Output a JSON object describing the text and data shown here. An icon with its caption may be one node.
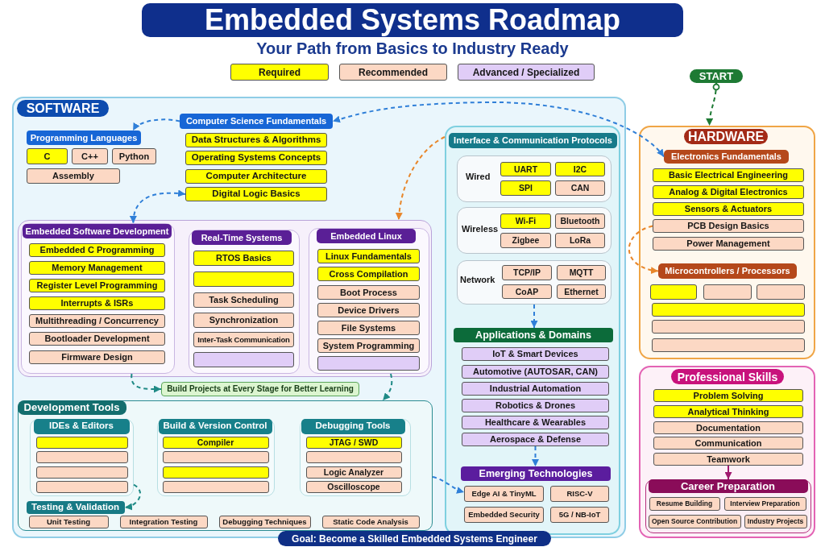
{
  "diagram": {
    "title": "Embedded Systems Roadmap",
    "nodes": [
      {
        "text": [
          "START"
        ]
      },
      {
        "text": [
          "SOFTWARE"
        ]
      },
      {
        "text": [
          "Programming Languages"
        ],
        "in": 1
      },
      {
        "text": [
          "C"
        ],
        "in": 1
      },
      {
        "text": [
          "C++"
        ],
        "in": 1
      },
      {
        "text": [
          "Python"
        ],
        "in": 1
      },
      {
        "text": [
          "Assembly"
        ],
        "in": 1
      },
      {
        "text": [
          "Computer Science Fundamentals"
        ],
        "in": 1
      },
      {
        "text": [
          "Data Structures & Algorithms"
        ],
        "in": 1
      },
      {
        "text": [
          "Operating Systems Concepts"
        ],
        "in": 1
      },
      {
        "text": [
          "Computer Architecture"
        ],
        "in": 1
      },
      {
        "text": [
          "Digital Logic Basics"
        ],
        "in": 1
      },
      {
        "text": [],
        "shape": "box",
        "in": 1
      },
      {
        "text": [
          "Embedded Software Development"
        ],
        "in": 12
      },
      {
        "text": [
          "Embedded C Programming"
        ],
        "in": 13
      },
      {
        "text": [
          "Memory Management"
        ],
        "in": 13
      },
      {
        "text": [
          "Register Level Programming"
        ],
        "in": 13
      },
      {
        "text": [
          "Interrupts & ISRs"
        ],
        "in": 13
      },
      {
        "text": [
          "Multithreading / Concurrency"
        ],
        "in": 13
      },
      {
        "text": [
          "Bootloader Development"
        ],
        "in": 13
      },
      {
        "text": [
          "Firmware Design"
        ],
        "in": 13
      },
      {
        "text": [
          "Real-Time Systems"
        ],
        "in": 12
      },
      {
        "text": [
          "RTOS Basics"
        ],
        "in": 21
      },
      {
        "text": [],
        "shape": "box",
        "in": 21
      },
      {
        "text": [
          "Task Scheduling"
        ],
        "in": 21
      },
      {
        "text": [
          "Synchronization"
        ],
        "in": 21
      },
      {
        "text": [
          "Inter-Task Communication"
        ],
        "in": 21
      },
      {
        "text": [],
        "shape": "box",
        "in": 21
      },
      {
        "text": [
          "Embedded Linux"
        ],
        "in": 12
      },
      {
        "text": [
          "Linux Fundamentals"
        ],
        "in": 28
      },
      {
        "text": [
          "Cross Compilation"
        ],
        "in": 28
      },
      {
        "text": [
          "Boot Process"
        ],
        "in": 28
      },
      {
        "text": [
          "Device Drivers"
        ],
        "in": 28
      },
      {
        "text": [
          "File Systems"
        ],
        "in": 28
      },
      {
        "text": [
          "System Programming"
        ],
        "in": 28
      },
      {
        "text": [],
        "shape": "box",
        "in": 28
      },
      {
        "text": [
          "Build Projects at Every Stage for Better Learning"
        ],
        "in": 1
      },
      {
        "text": [
          "Development Tools"
        ],
        "in": 1
      },
      {
        "text": [
          "IDEs & Editors"
        ],
        "in": 37
      },
      {
        "text": [],
        "shape": "box",
        "in": 38
      },
      {
        "text": [],
        "shape": "box",
        "in": 38
      },
      {
        "text": [],
        "shape": "box",
        "in": 38
      },
      {
        "text": [],
        "shape": "box",
        "in": 38
      },
      {
        "text": [
          "Build & Version Control"
        ],
        "in": 37
      },
      {
        "text": [
          "Compiler"
        ],
        "in": 43
      },
      {
        "text": [],
        "shape": "box",
        "in": 43
      },
      {
        "text": [],
        "shape": "box",
        "in": 43
      },
      {
        "text": [],
        "shape": "box",
        "in": 43
      },
      {
        "text": [
          "Debugging Tools"
        ],
        "in": 37
      },
      {
        "text": [
          "JTAG / SWD"
        ],
        "in": 48
      },
      {
        "text": [],
        "shape": "box",
        "in": 48
      },
      {
        "text": [
          "Logic Analyzer"
        ],
        "in": 48
      },
      {
        "text": [
          "Oscilloscope"
        ],
        "in": 48
      },
      {
        "text": [
          "Testing & Validation"
        ],
        "in": 37
      },
      {
        "text": [
          "Unit Testing"
        ],
        "in": 37
      },
      {
        "text": [
          "Integration Testing"
        ],
        "in": 37
      },
      {
        "text": [
          "Debugging Techniques"
        ],
        "in": 37
      },
      {
        "text": [
          "Static Code Analysis"
        ],
        "in": 37
      },
      {
        "text": [
          "Interface & Communication Protocols"
        ],
        "in": 1
      },
      {
        "text": [
          "Wired"
        ],
        "in": 58
      },
      {
        "text": [
          "UART"
        ],
        "in": 59
      },
      {
        "text": [
          "I2C"
        ],
        "in": 59
      },
      {
        "text": [
          "SPI"
        ],
        "in": 59
      },
      {
        "text": [
          "CAN"
        ],
        "in": 59
      },
      {
        "text": [
          "Wireless"
        ],
        "in": 58
      },
      {
        "text": [
          "Wi-Fi"
        ],
        "in": 64
      },
      {
        "text": [
          "Bluetooth"
        ],
        "in": 64
      },
      {
        "text": [
          "Zigbee"
        ],
        "in": 64
      },
      {
        "text": [
          "LoRa"
        ],
        "in": 64
      },
      {
        "text": [
          "Network"
        ],
        "in": 58
      },
      {
        "text": [
          "TCP/IP"
        ],
        "in": 69
      },
      {
        "text": [
          "MQTT"
        ],
        "in": 69
      },
      {
        "text": [
          "CoAP"
        ],
        "in": 69
      },
      {
        "text": [
          "Ethernet"
        ],
        "in": 69
      },
      {
        "text": [
          "Applications & Domains"
        ],
        "in": 58
      },
      {
        "text": [
          "IoT & Smart Devices"
        ],
        "in": 58
      },
      {
        "text": [
          "Automotive (AUTOSAR, CAN)"
        ],
        "in": 58
      },
      {
        "text": [
          "Industrial Automation"
        ],
        "in": 58
      },
      {
        "text": [
          "Robotics & Drones"
        ],
        "in": 58
      },
      {
        "text": [
          "Healthcare & Wearables"
        ],
        "in": 58
      },
      {
        "text": [
          "Aerospace & Defense"
        ],
        "in": 58
      },
      {
        "text": [
          "Emerging Technologies"
        ],
        "in": 58
      },
      {
        "text": [
          "Edge AI & TinyML"
        ],
        "in": 58
      },
      {
        "text": [
          "RISC-V"
        ],
        "in": 58
      },
      {
        "text": [
          "Embedded Security"
        ],
        "in": 58
      },
      {
        "text": [
          "5G / NB-IoT"
        ],
        "in": 58
      },
      {
        "text": [
          "HARDWARE"
        ]
      },
      {
        "text": [
          "Electronics Fundamentals"
        ],
        "in": 86
      },
      {
        "text": [
          "Basic Electrical Engineering"
        ],
        "in": 86
      },
      {
        "text": [
          "Analog & Digital Electronics"
        ],
        "in": 86
      },
      {
        "text": [
          "Sensors & Actuators"
        ],
        "in": 86
      },
      {
        "text": [
          "PCB Design Basics"
        ],
        "in": 86
      },
      {
        "text": [
          "Power Management"
        ],
        "in": 86
      },
      {
        "text": [
          "Microcontrollers / Processors"
        ],
        "in": 86
      },
      {
        "text": [],
        "shape": "box",
        "in": 86
      },
      {
        "text": [],
        "shape": "box",
        "in": 86
      },
      {
        "text": [],
        "shape": "box",
        "in": 86
      },
      {
        "text": [],
        "shape": "box",
        "in": 86
      },
      {
        "text": [],
        "shape": "box",
        "in": 86
      },
      {
        "text": [],
        "shape": "box",
        "in": 86
      },
      {
        "text": [
          "Professional Skills"
        ]
      },
      {
        "text": [
          "Problem Solving"
        ],
        "in": 100
      },
      {
        "text": [
          "Analytical Thinking"
        ],
        "in": 100
      },
      {
        "text": [
          "Documentation"
        ],
        "in": 100
      },
      {
        "text": [
          "Communication"
        ],
        "in": 100
      },
      {
        "text": [
          "Teamwork"
        ],
        "in": 100
      },
      {
        "text": [
          "Career Preparation"
        ],
        "in": 100
      },
      {
        "text": [
          "Resume Building"
        ],
        "in": 106
      },
      {
        "text": [
          "Interview Preparation"
        ],
        "in": 106
      },
      {
        "text": [
          "Open Source Contribution"
        ],
        "in": 106
      },
      {
        "text": [
          "Industry Projects"
        ],
        "in": 106
      },
      {
        "text": [
          "Goal: Become a Skilled Embedded Systems Engineer"
        ]
      }
    ],
    "edges": [
      {
        "from": 0,
        "to": 86,
        "arrow": "to",
        "style": "dashed",
        "color": "#1e7a34"
      },
      {
        "from": 87,
        "to": 7,
        "arrow": "both",
        "style": "dashed"
      },
      {
        "from": 7,
        "to": 2,
        "arrow": "to",
        "style": "dashed"
      },
      {
        "from": 11,
        "to": 13,
        "arrow": "both",
        "style": "dashed"
      },
      {
        "from": 58,
        "to": 12,
        "arrow": "to",
        "style": "dashed",
        "color": "#e8862a"
      },
      {
        "from": 13,
        "to": 36,
        "arrow": "to",
        "style": "dashed",
        "color": "#1f8a86"
      },
      {
        "from": 28,
        "to": 37,
        "arrow": "to",
        "style": "dashed",
        "color": "#1f8a86"
      },
      {
        "from": 38,
        "to": 53,
        "arrow": "to",
        "style": "dashed",
        "color": "#1f8a86"
      },
      {
        "from": 37,
        "to": 82,
        "arrow": "to",
        "style": "dashed"
      },
      {
        "from": 69,
        "to": 74,
        "arrow": "to",
        "style": "dashed"
      },
      {
        "from": 80,
        "to": 81,
        "arrow": "to",
        "style": "dashed"
      },
      {
        "from": 91,
        "to": 93,
        "arrow": "to",
        "style": "dashed",
        "color": "#e8862a"
      },
      {
        "from": 105,
        "to": 106,
        "arrow": "to",
        "color": "#a0186e"
      }
    ],
    "labels": [
      "Your Path from Basics to Industry Ready"
    ],
    "legend": [
      {
        "text": "Required",
        "color": "#ffff00"
      },
      {
        "text": "Recommended",
        "color": "#fcd8c4"
      },
      {
        "text": "Advanced / Specialized",
        "color": "#e0cdf7"
      }
    ]
  }
}
